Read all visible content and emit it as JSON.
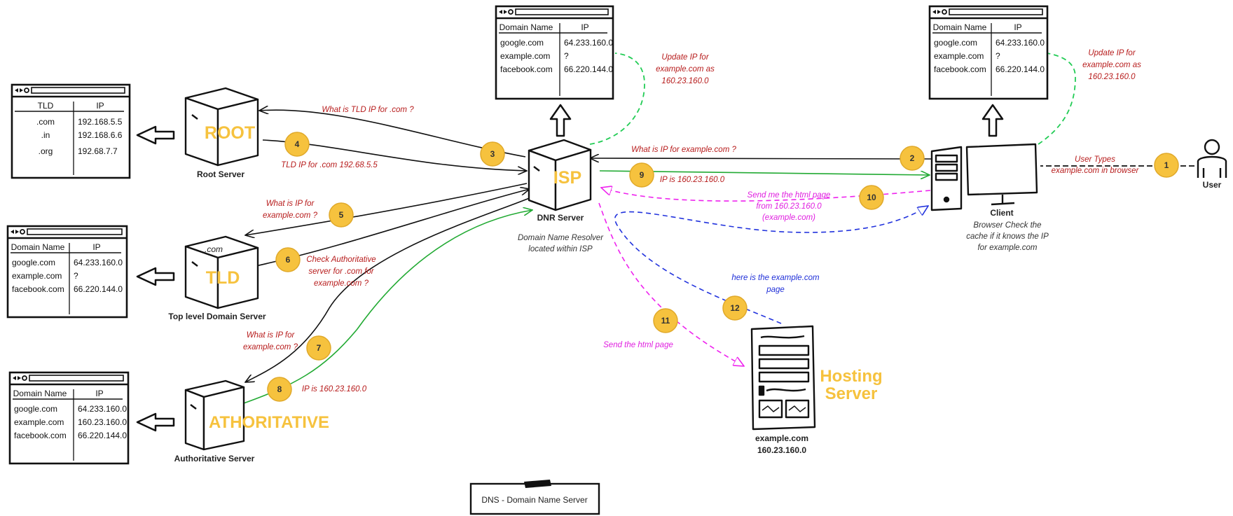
{
  "tables": {
    "root": {
      "headers": [
        "TLD",
        "IP"
      ],
      "rows": [
        [
          ".com",
          "192.168.5.5"
        ],
        [
          ".in",
          "192.168.6.6"
        ],
        [
          ".org",
          "192.68.7.7"
        ]
      ]
    },
    "tld": {
      "headers": [
        "Domain Name",
        "IP"
      ],
      "rows": [
        [
          "google.com",
          "64.233.160.0"
        ],
        [
          "example.com",
          "?"
        ],
        [
          "facebook.com",
          "66.220.144.0"
        ]
      ]
    },
    "auth": {
      "headers": [
        "Domain Name",
        "IP"
      ],
      "rows": [
        [
          "google.com",
          "64.233.160.0"
        ],
        [
          "example.com",
          "160.23.160.0"
        ],
        [
          "facebook.com",
          "66.220.144.0"
        ]
      ]
    },
    "isp": {
      "headers": [
        "Domain Name",
        "IP"
      ],
      "rows": [
        [
          "google.com",
          "64.233.160.0"
        ],
        [
          "example.com",
          "?"
        ],
        [
          "facebook.com",
          "66.220.144.0"
        ]
      ]
    },
    "client": {
      "headers": [
        "Domain Name",
        "IP"
      ],
      "rows": [
        [
          "google.com",
          "64.233.160.0"
        ],
        [
          "example.com",
          "?"
        ],
        [
          "facebook.com",
          "66.220.144.0"
        ]
      ]
    }
  },
  "nodes": {
    "root": {
      "big": "ROOT",
      "caption": "Root Server"
    },
    "tld": {
      "big": "TLD",
      "top": ".com",
      "caption": "Top level Domain Server"
    },
    "auth": {
      "big": "ATHORITATIVE",
      "caption": "Authoritative Server"
    },
    "isp": {
      "big": "ISP",
      "caption": "DNR Server",
      "desc1": "Domain Name Resolver",
      "desc2": "located within ISP"
    },
    "client": {
      "caption": "Client",
      "desc1": "Browser Check the",
      "desc2": "cache if it knows the IP",
      "desc3": "for example.com"
    },
    "user": {
      "caption": "User"
    },
    "hosting": {
      "big1": "Hosting",
      "big2": "Server",
      "cap1": "example.com",
      "cap2": "160.23.160.0"
    }
  },
  "steps": {
    "s1": {
      "num": "1",
      "l1": "User Types",
      "l2": "example.com in browser"
    },
    "s2": {
      "num": "2",
      "l1": "What is IP for example.com ?"
    },
    "s3": {
      "num": "3",
      "l1": "What is TLD IP for .com ?"
    },
    "s4": {
      "num": "4",
      "l1": "TLD IP for .com 192.68.5.5"
    },
    "s5": {
      "num": "5",
      "l1": "What is IP for",
      "l2": "example.com ?"
    },
    "s6": {
      "num": "6",
      "l1": "Check Authoritative",
      "l2": "server for .com for",
      "l3": "example.com ?"
    },
    "s7": {
      "num": "7",
      "l1": "What is IP for",
      "l2": "example.com ?"
    },
    "s8": {
      "num": "8",
      "l1": "IP is 160.23.160.0"
    },
    "s9": {
      "num": "9",
      "l1": "IP is 160.23.160.0"
    },
    "s10": {
      "num": "10",
      "l1": "Send me the html page",
      "l2": "from 160.23.160.0",
      "l3": "(example.com)"
    },
    "s11": {
      "num": "11",
      "l1": "Send the html page"
    },
    "s12": {
      "num": "12",
      "l1": "here is the example.com",
      "l2": "page"
    }
  },
  "updates": {
    "isp": {
      "l1": "Update IP for",
      "l2": "example.com as",
      "l3": "160.23.160.0"
    },
    "client": {
      "l1": "Update IP for",
      "l2": "example.com as",
      "l3": "160.23.160.0"
    }
  },
  "legend": {
    "label": "DNS - Domain Name Server"
  },
  "colors": {
    "accent": "#f6c23e",
    "red": "#b71c1c",
    "green": "#22aa33",
    "magenta": "#ee22ee",
    "blue": "#2233dd"
  }
}
